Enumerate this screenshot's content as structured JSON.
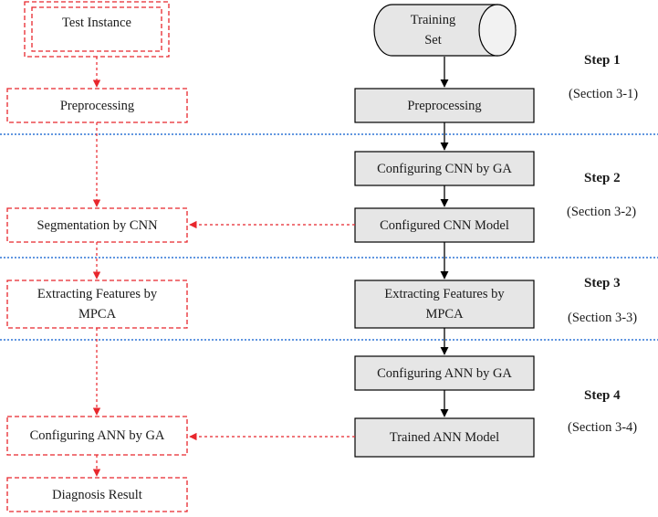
{
  "test_branch": {
    "instance": "Test Instance",
    "preprocessing": "Preprocessing",
    "segmentation": "Segmentation by CNN",
    "extracting": "Extracting Features by MPCA",
    "configuring_ann": "Configuring ANN by GA",
    "result": "Diagnosis Result"
  },
  "train_branch": {
    "training_set": "Training Set",
    "preprocessing": "Preprocessing",
    "configuring_cnn": "Configuring CNN by GA",
    "configured_cnn": "Configured CNN Model",
    "extracting": "Extracting Features by MPCA",
    "configuring_ann": "Configuring ANN by GA",
    "trained_ann": "Trained ANN Model"
  },
  "steps": [
    {
      "title": "Step 1",
      "section": "(Section 3-1)"
    },
    {
      "title": "Step 2",
      "section": "(Section 3-2)"
    },
    {
      "title": "Step 3",
      "section": "(Section 3-3)"
    },
    {
      "title": "Step 4",
      "section": "(Section 3-4)"
    }
  ],
  "colors": {
    "dashed_red": "#e8262c",
    "separator_blue": "#2e75d6",
    "box_fill": "#e6e6e6",
    "box_stroke": "#000000"
  }
}
